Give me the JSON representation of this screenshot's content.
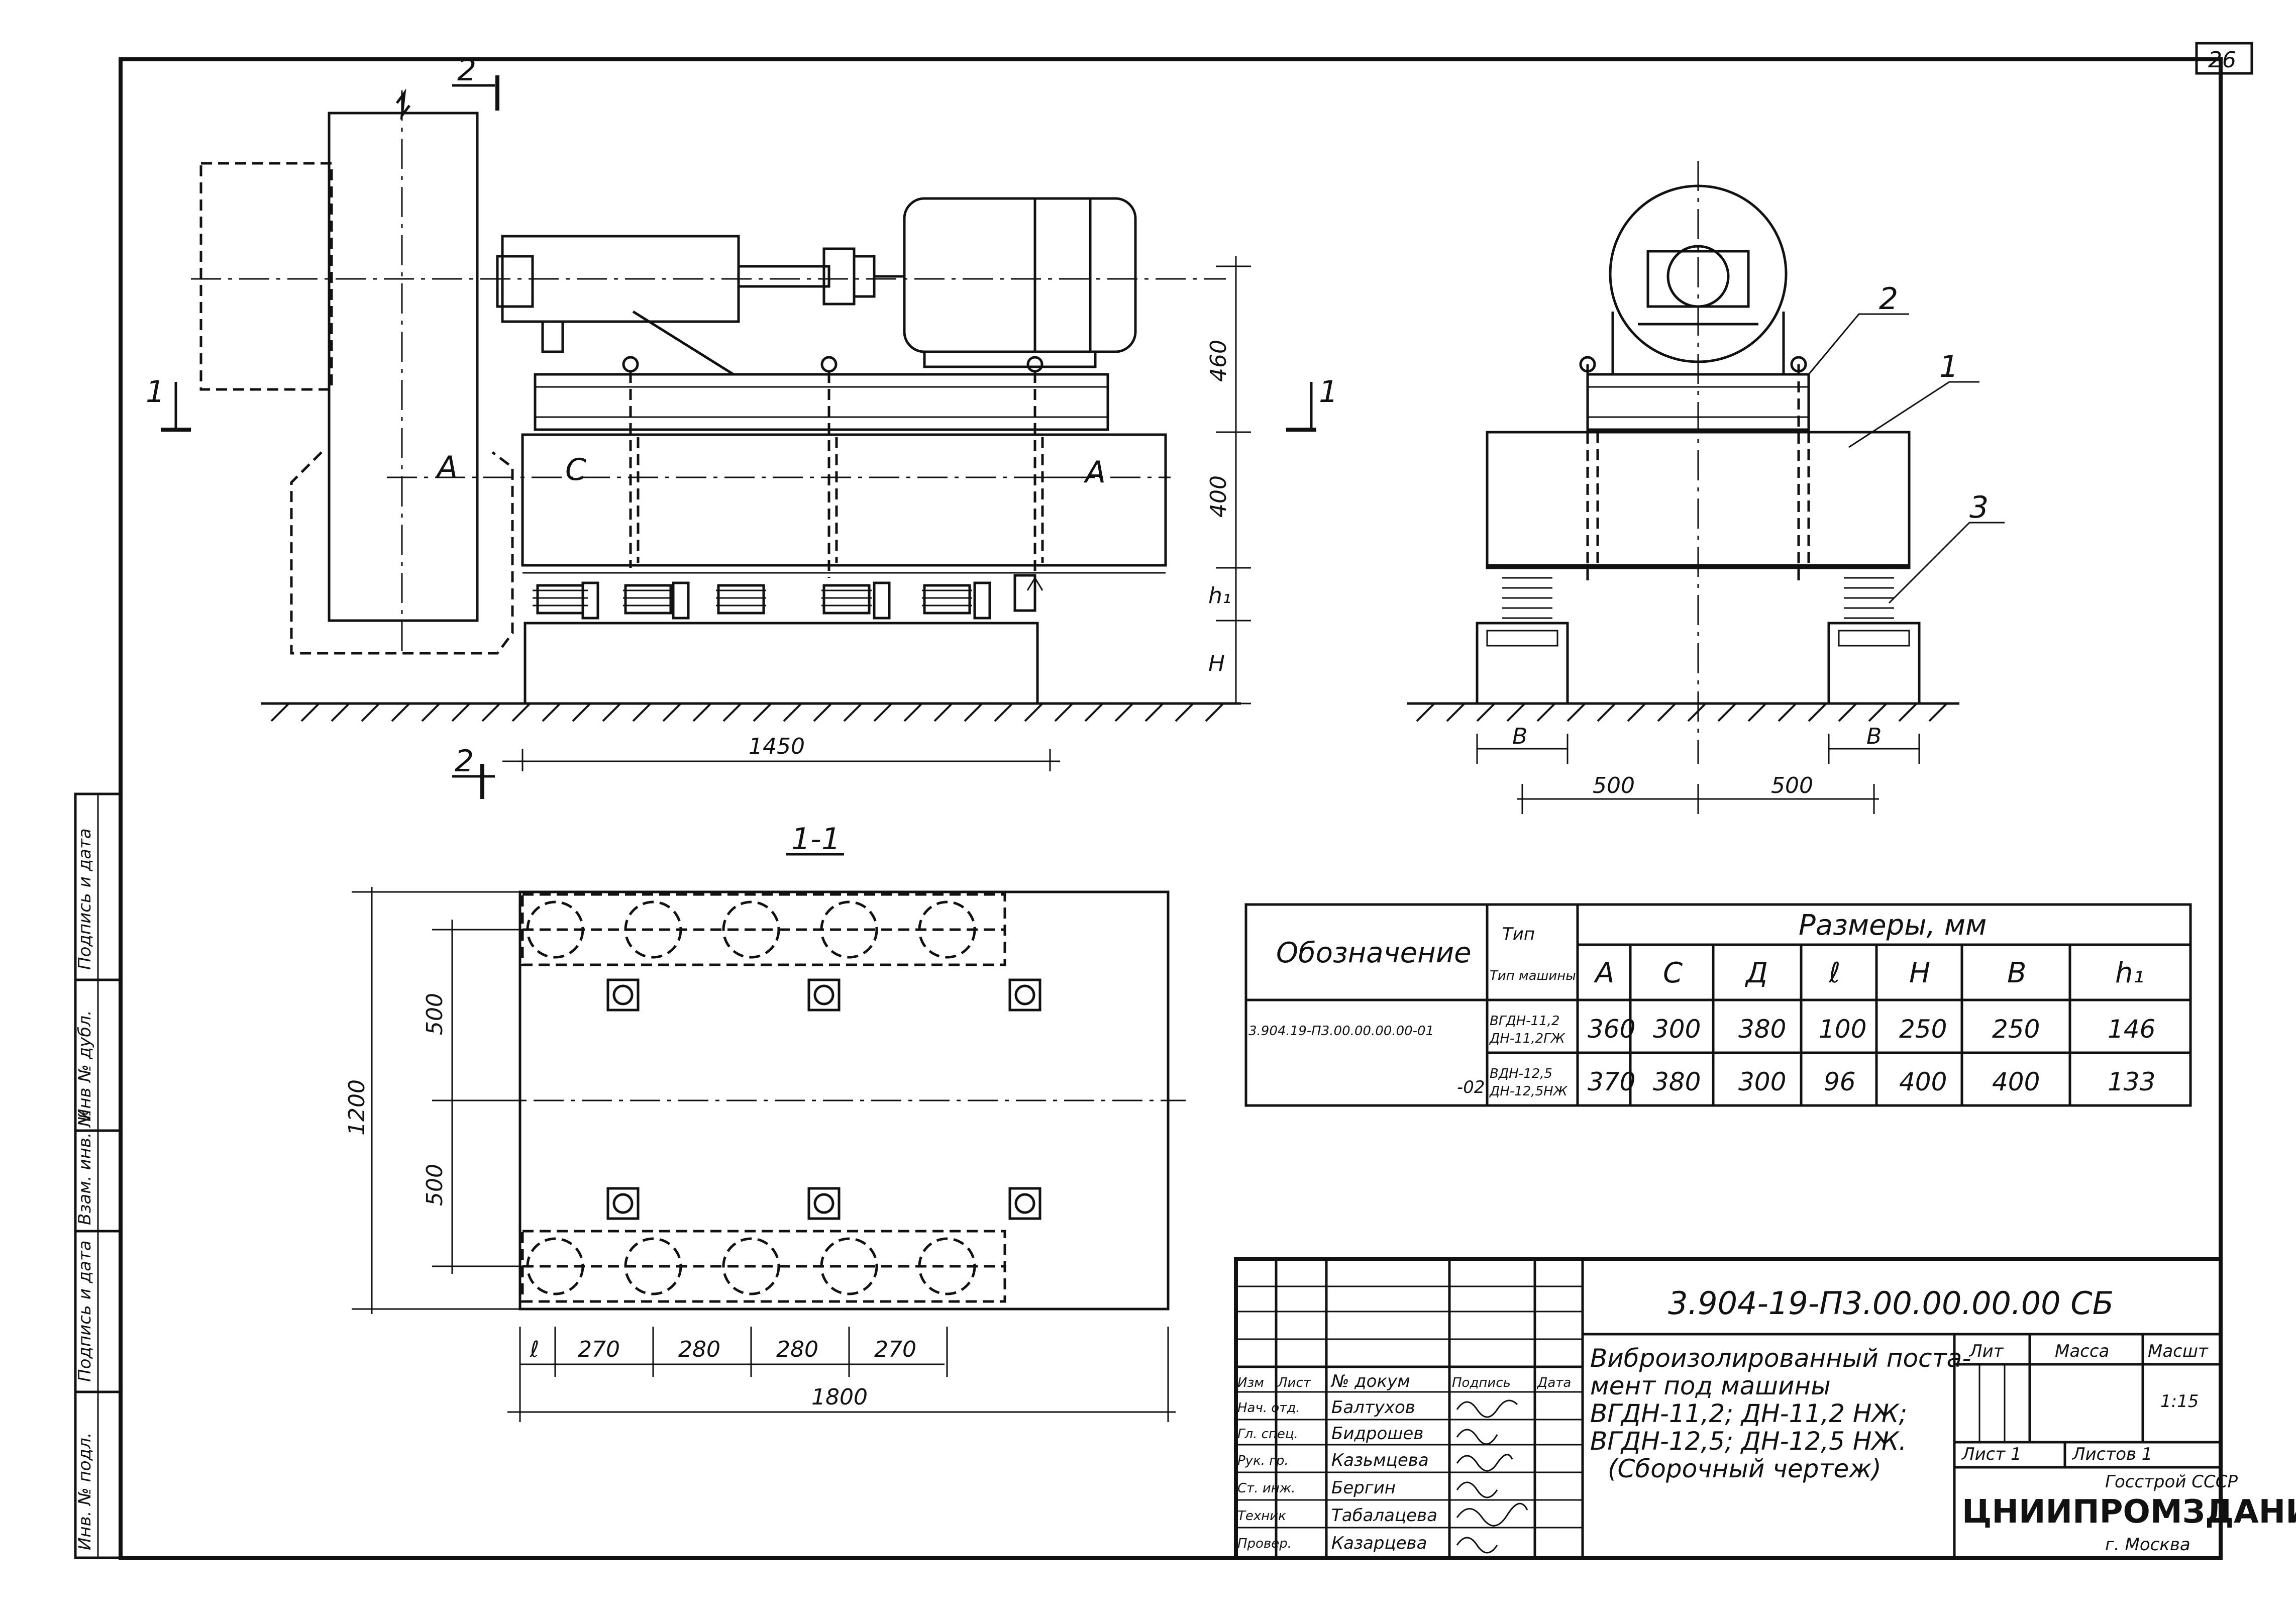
{
  "sheet": {
    "page_number": "26"
  },
  "views": {
    "section_marks": {
      "s2_top": "2",
      "s2_bottom": "2",
      "s1_left": "1",
      "s1_right": "1"
    },
    "front_letters": {
      "a_left": "A",
      "c": "C",
      "a_right": "A"
    },
    "front_dims": {
      "d460": "460",
      "d400": "400",
      "h1": "h₁",
      "H": "H",
      "d1450": "1450"
    },
    "side_callouts": {
      "c2": "2",
      "c1": "1",
      "c3": "3"
    },
    "side_dims": {
      "b_left": "B",
      "b_right": "B",
      "d500_left": "500",
      "d500_right": "500"
    },
    "plan": {
      "title": "1-1",
      "dims_v": {
        "d500_top": "500",
        "d500_bottom": "500",
        "d1200": "1200"
      },
      "dims_h": {
        "l": "ℓ",
        "d270a": "270",
        "d280a": "280",
        "d280b": "280",
        "d270b": "270",
        "d1800": "1800"
      }
    }
  },
  "dimension_table": {
    "col_designation": "Обозначение",
    "col_machine_type": "Тип машины",
    "col_sizes": "Размеры, мм",
    "sub_headers": [
      "A",
      "C",
      "Д",
      "ℓ",
      "H",
      "B",
      "h₁"
    ],
    "rows": [
      {
        "designation": "3.904.19-П3.00.00.00.00-01",
        "machine_type": [
          "ВГДН-11,2",
          "ДН-11,2ГЖ"
        ],
        "values": [
          "360",
          "300",
          "380",
          "100",
          "250",
          "250",
          "146"
        ]
      },
      {
        "designation": "-02",
        "machine_type": [
          "ВДН-12,5",
          "ДН-12,5НЖ"
        ],
        "values": [
          "370",
          "380",
          "300",
          "96",
          "400",
          "400",
          "133"
        ]
      }
    ]
  },
  "title_block": {
    "document_code": "3.904-19-П3.00.00.00.00 СБ",
    "description_lines": [
      "Виброизолированный поста-",
      "мент под машины",
      "ВГДН-11,2;  ДН-11,2 НЖ;",
      "ВГДН-12,5;  ДН-12,5 НЖ.",
      "(Сборочный чертеж)"
    ],
    "col_headers": [
      "Изм",
      "Лист",
      "№ докум",
      "Подпись",
      "Дата"
    ],
    "staff": [
      {
        "role": "Нач. отд.",
        "name": "Балтухов"
      },
      {
        "role": "Гл. спец.",
        "name": "Бидрошев"
      },
      {
        "role": "Рук. гр.",
        "name": "Казьмцева"
      },
      {
        "role": "Ст. инж.",
        "name": "Бергин"
      },
      {
        "role": "Техник",
        "name": "Табалацева"
      },
      {
        "role": "Провер.",
        "name": "Казарцева"
      }
    ],
    "lit_label": "Лит",
    "mass_label": "Масса",
    "scale_label": "Масшт",
    "scale_value": "1:15",
    "sheet_label": "Лист 1",
    "sheets_label": "Листов 1",
    "org_line1": "Госстрой СССР",
    "org_line2": "ЦНИИПРОМЗДАНИЙ",
    "org_line3": "г. Москва"
  },
  "side_stamps": {
    "boxes": [
      "Подпись и дата",
      "Инв № дубл.",
      "Взам. инв. №",
      "Подпись и дата",
      "Инв. № подл."
    ]
  }
}
